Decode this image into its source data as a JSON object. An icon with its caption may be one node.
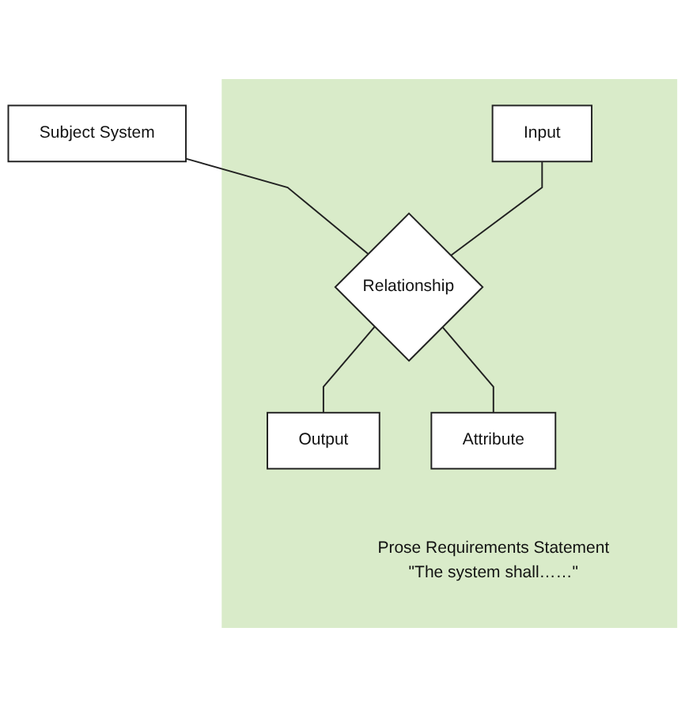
{
  "diagram": {
    "nodes": [
      {
        "text": [
          "Subject System"
        ]
      },
      {
        "text": [
          "Prose Requirements Statement",
          "\"The system shall……\""
        ]
      },
      {
        "text": [
          "Input"
        ],
        "in": 1
      },
      {
        "text": [
          "Relationship"
        ],
        "in": 1
      },
      {
        "text": [
          "Output"
        ],
        "in": 1
      },
      {
        "text": [
          "Attribute"
        ],
        "in": 1
      }
    ],
    "edges": [
      {
        "from": 0,
        "to": 3,
        "arrow": "none"
      },
      {
        "from": 2,
        "to": 3,
        "arrow": "none"
      },
      {
        "from": 3,
        "to": 4,
        "arrow": "none"
      },
      {
        "from": 3,
        "to": 5,
        "arrow": "none"
      }
    ]
  }
}
